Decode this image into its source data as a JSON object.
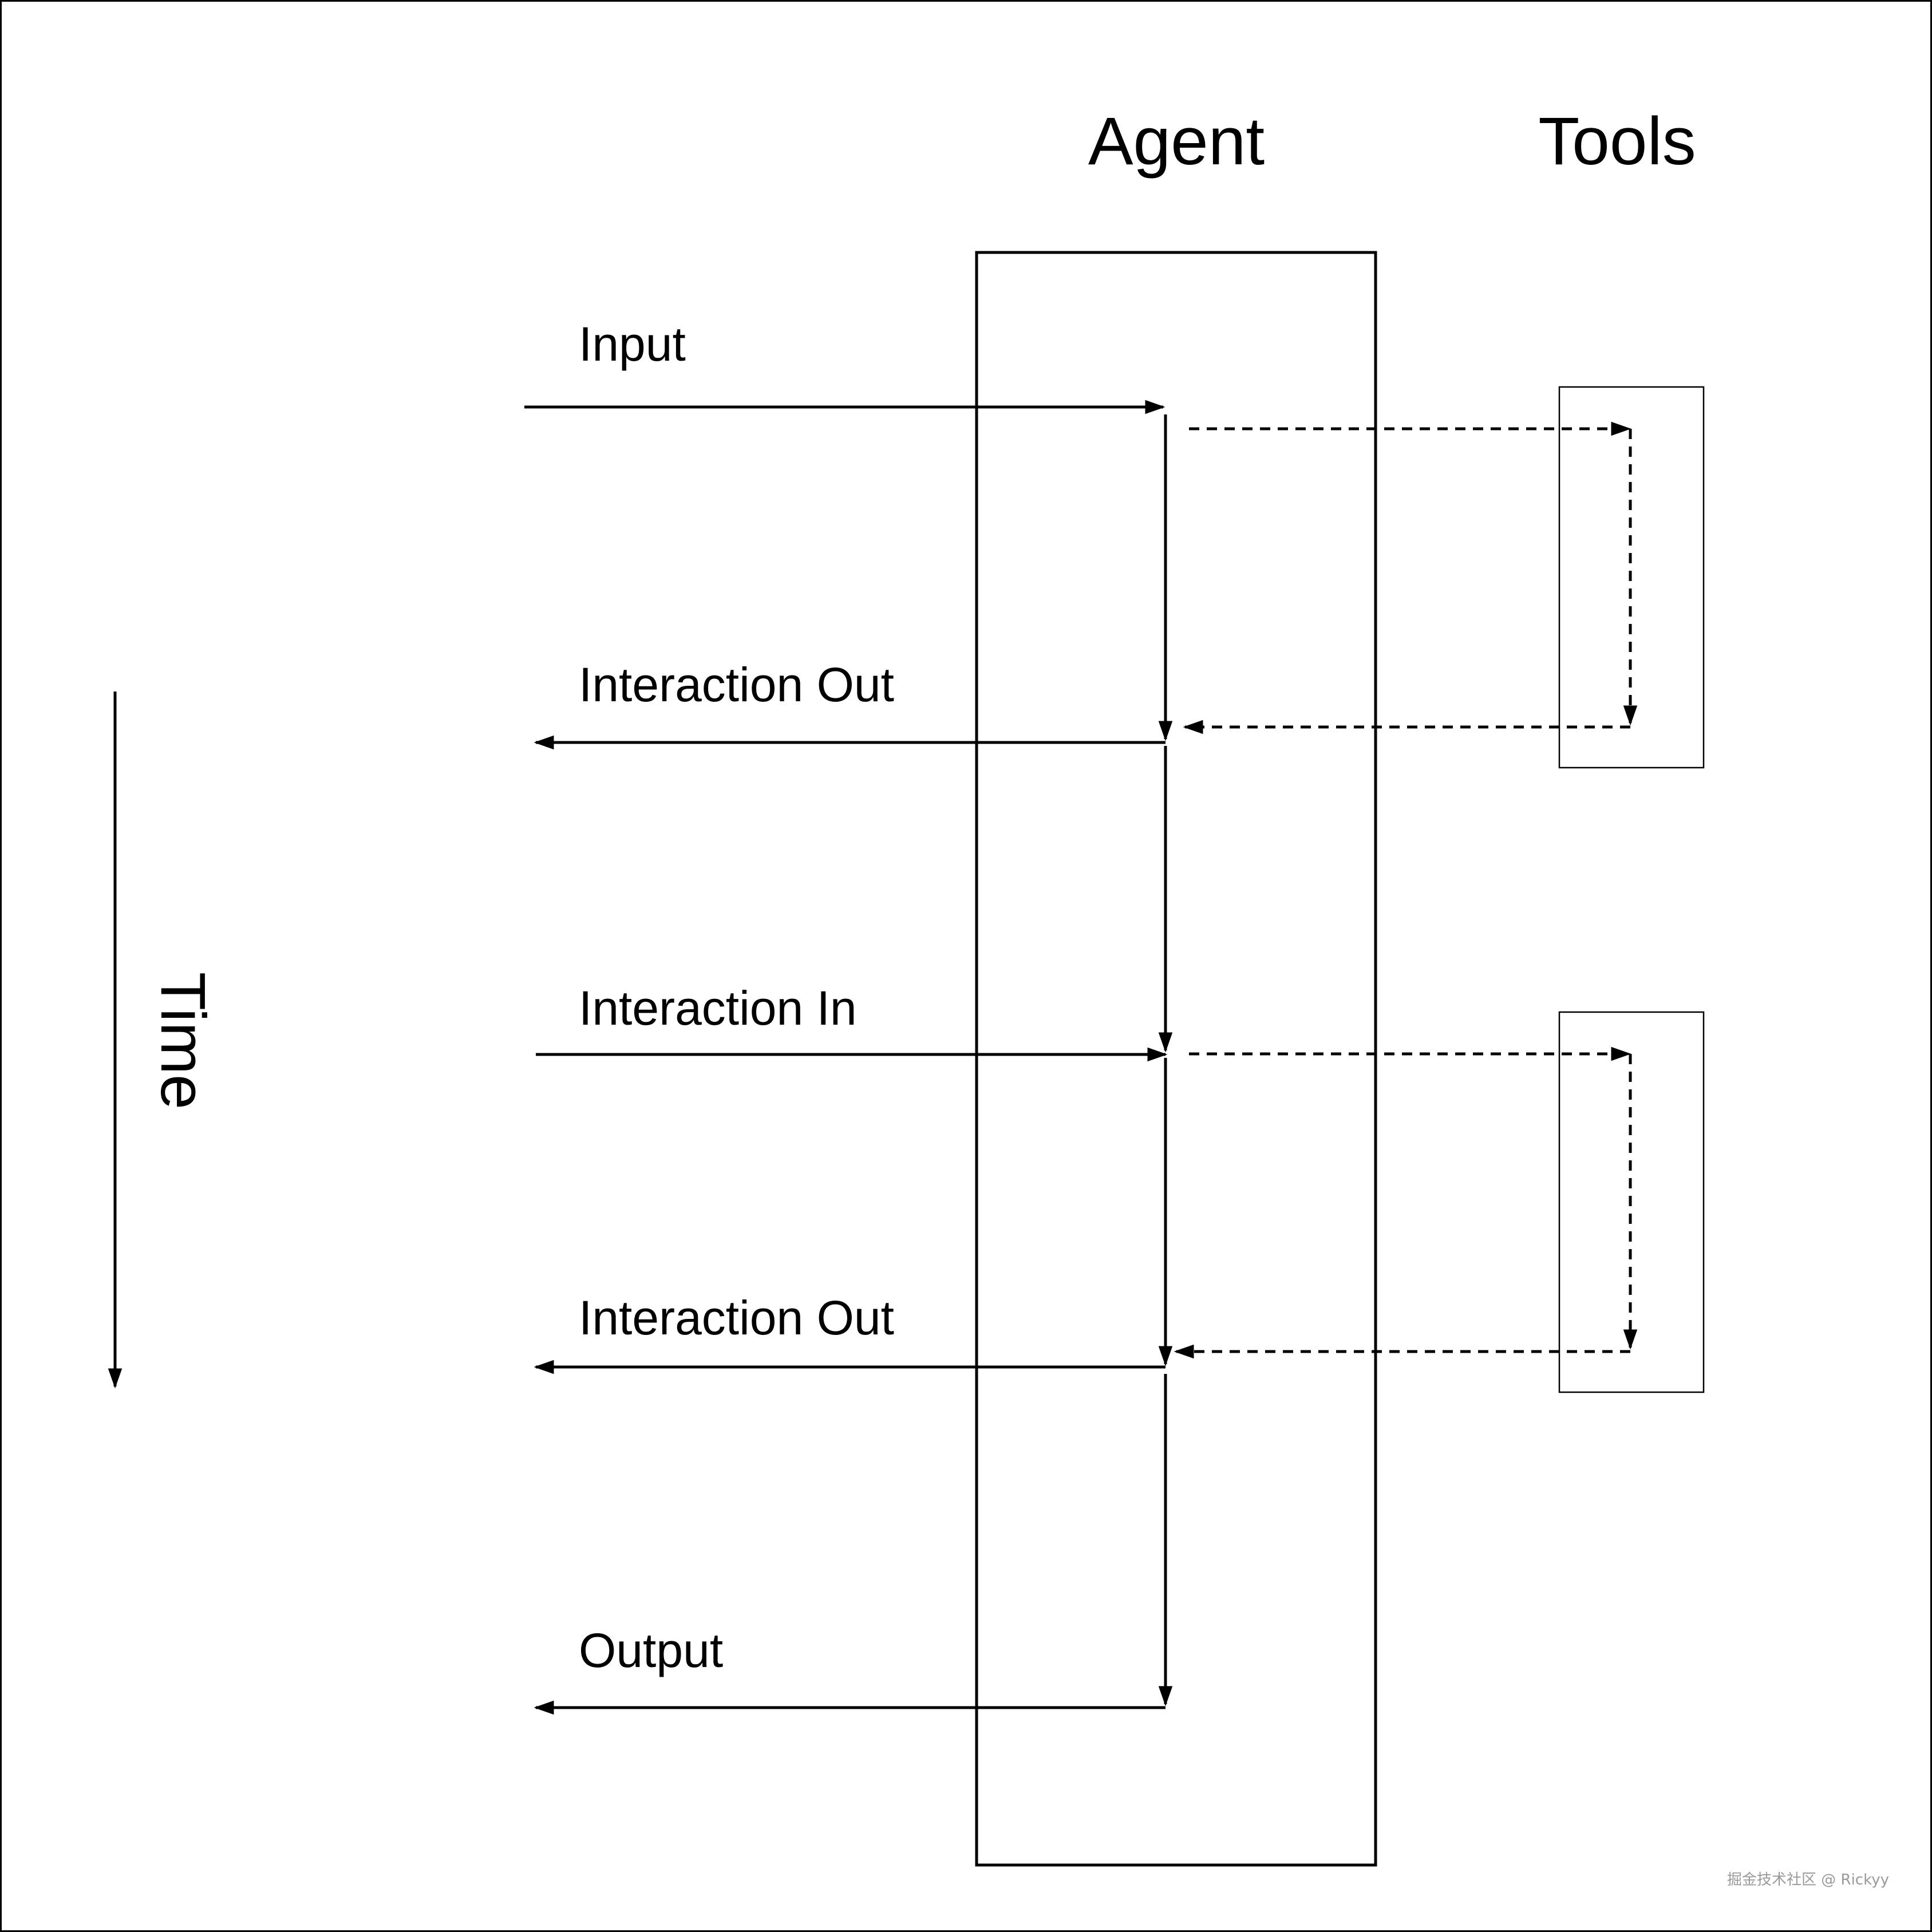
{
  "columns": {
    "agent": "Agent",
    "tools": "Tools"
  },
  "messages": {
    "input": "Input",
    "interaction_out_1": "Interaction Out",
    "interaction_in": "Interaction In",
    "interaction_out_2": "Interaction Out",
    "output": "Output"
  },
  "timeline": {
    "label": "Time"
  },
  "watermark": "掘金技术社区 @ Rickyy"
}
